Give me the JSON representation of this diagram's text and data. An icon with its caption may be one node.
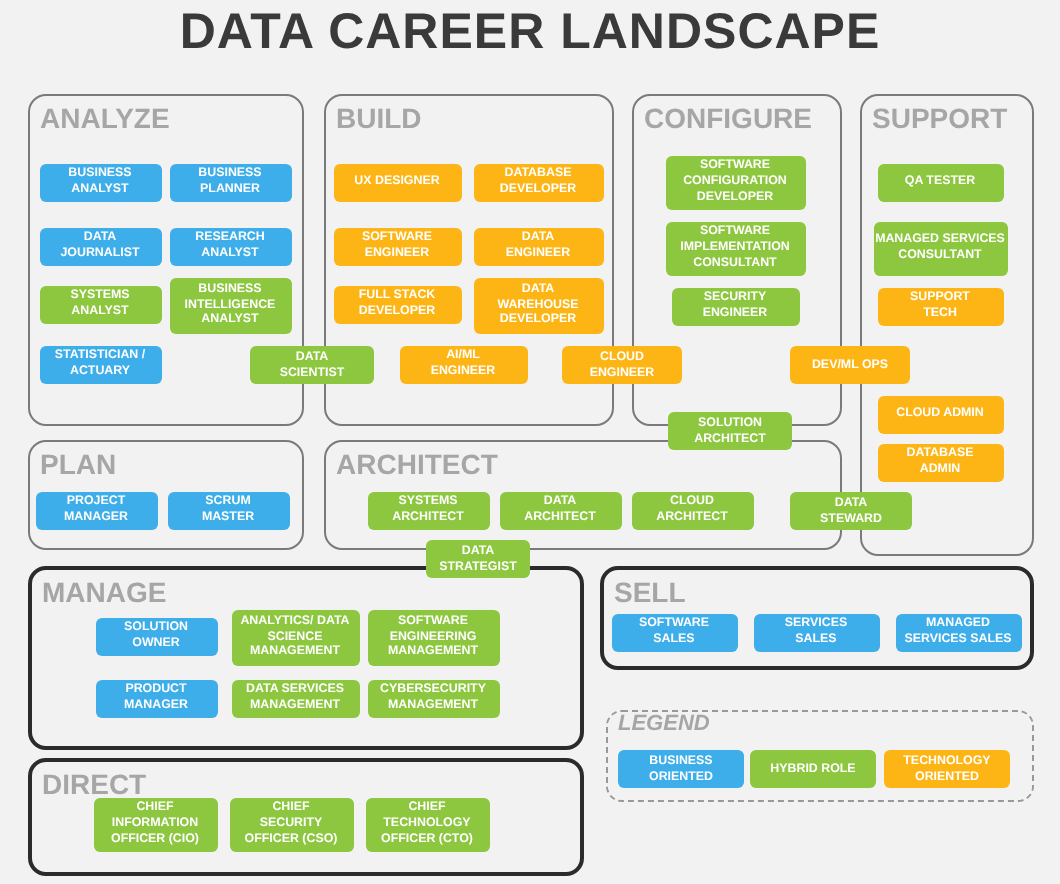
{
  "diagram": {
    "title": "DATA CAREER LANDSCAPE",
    "nodes": [
      {
        "text": [
          "ANALYZE"
        ]
      },
      {
        "text": [
          "BUSINESS ANALYST"
        ],
        "in": 0
      },
      {
        "text": [
          "BUSINESS PLANNER"
        ],
        "in": 0
      },
      {
        "text": [
          "DATA JOURNALIST"
        ],
        "in": 0
      },
      {
        "text": [
          "RESEARCH ANALYST"
        ],
        "in": 0
      },
      {
        "text": [
          "SYSTEMS ANALYST"
        ],
        "in": 0
      },
      {
        "text": [
          "BUSINESS INTELLIGENCE ANALYST"
        ],
        "in": 0
      },
      {
        "text": [
          "STATISTICIAN / ACTUARY"
        ],
        "in": 0
      },
      {
        "text": [
          "DATA SCIENTIST"
        ]
      },
      {
        "text": [
          "BUILD"
        ]
      },
      {
        "text": [
          "UX DESIGNER"
        ],
        "in": 9
      },
      {
        "text": [
          "DATABASE DEVELOPER"
        ],
        "in": 9
      },
      {
        "text": [
          "SOFTWARE ENGINEER"
        ],
        "in": 9
      },
      {
        "text": [
          "DATA ENGINEER"
        ],
        "in": 9
      },
      {
        "text": [
          "FULL STACK DEVELOPER"
        ],
        "in": 9
      },
      {
        "text": [
          "DATA WAREHOUSE DEVELOPER"
        ],
        "in": 9
      },
      {
        "text": [
          "AI/ML ENGINEER"
        ],
        "in": 9
      },
      {
        "text": [
          "CLOUD ENGINEER"
        ]
      },
      {
        "text": [
          "CONFIGURE"
        ]
      },
      {
        "text": [
          "SOFTWARE CONFIGURATION DEVELOPER"
        ],
        "in": 18
      },
      {
        "text": [
          "SOFTWARE IMPLEMENTATION CONSULTANT"
        ],
        "in": 18
      },
      {
        "text": [
          "SECURITY ENGINEER"
        ],
        "in": 18
      },
      {
        "text": [
          "DEV/ML OPS"
        ]
      },
      {
        "text": [
          "SOLUTION ARCHITECT"
        ]
      },
      {
        "text": [
          "SUPPORT"
        ]
      },
      {
        "text": [
          "QA TESTER"
        ],
        "in": 24
      },
      {
        "text": [
          "MANAGED SERVICES CONSULTANT"
        ],
        "in": 24
      },
      {
        "text": [
          "SUPPORT TECH"
        ],
        "in": 24
      },
      {
        "text": [
          "CLOUD ADMIN"
        ],
        "in": 24
      },
      {
        "text": [
          "DATABASE ADMIN"
        ],
        "in": 24
      },
      {
        "text": [
          "PLAN"
        ]
      },
      {
        "text": [
          "PROJECT MANAGER"
        ],
        "in": 30
      },
      {
        "text": [
          "SCRUM MASTER"
        ],
        "in": 30
      },
      {
        "text": [
          "ARCHITECT"
        ]
      },
      {
        "text": [
          "SYSTEMS ARCHITECT"
        ],
        "in": 33
      },
      {
        "text": [
          "DATA ARCHITECT"
        ],
        "in": 33
      },
      {
        "text": [
          "CLOUD ARCHITECT"
        ],
        "in": 33
      },
      {
        "text": [
          "DATA STEWARD"
        ]
      },
      {
        "text": [
          "DATA STRATEGIST"
        ]
      },
      {
        "text": [
          "MANAGE"
        ]
      },
      {
        "text": [
          "SOLUTION OWNER"
        ],
        "in": 39
      },
      {
        "text": [
          "ANALYTICS/ DATA SCIENCE MANAGEMENT"
        ],
        "in": 39
      },
      {
        "text": [
          "SOFTWARE ENGINEERING MANAGEMENT"
        ],
        "in": 39
      },
      {
        "text": [
          "PRODUCT MANAGER"
        ],
        "in": 39
      },
      {
        "text": [
          "DATA SERVICES MANAGEMENT"
        ],
        "in": 39
      },
      {
        "text": [
          "CYBERSECURITY MANAGEMENT"
        ],
        "in": 39
      },
      {
        "text": [
          "SELL"
        ]
      },
      {
        "text": [
          "SOFTWARE SALES"
        ],
        "in": 46
      },
      {
        "text": [
          "SERVICES SALES"
        ],
        "in": 46
      },
      {
        "text": [
          "MANAGED SERVICES SALES"
        ],
        "in": 46
      },
      {
        "text": [
          "DIRECT"
        ]
      },
      {
        "text": [
          "CHIEF INFORMATION OFFICER (CIO)"
        ],
        "in": 50
      },
      {
        "text": [
          "CHIEF SECURITY OFFICER (CSO)"
        ],
        "in": 50
      },
      {
        "text": [
          "CHIEF TECHNOLOGY OFFICER (CTO)"
        ],
        "in": 50
      }
    ],
    "labels": [
      "LEGEND"
    ],
    "legend": [
      {
        "text": "BUSINESS ORIENTED",
        "color": "#3daee9"
      },
      {
        "text": "HYBRID ROLE",
        "color": "#8dc63f"
      },
      {
        "text": "TECHNOLOGY ORIENTED",
        "color": "#fdb515"
      }
    ]
  }
}
